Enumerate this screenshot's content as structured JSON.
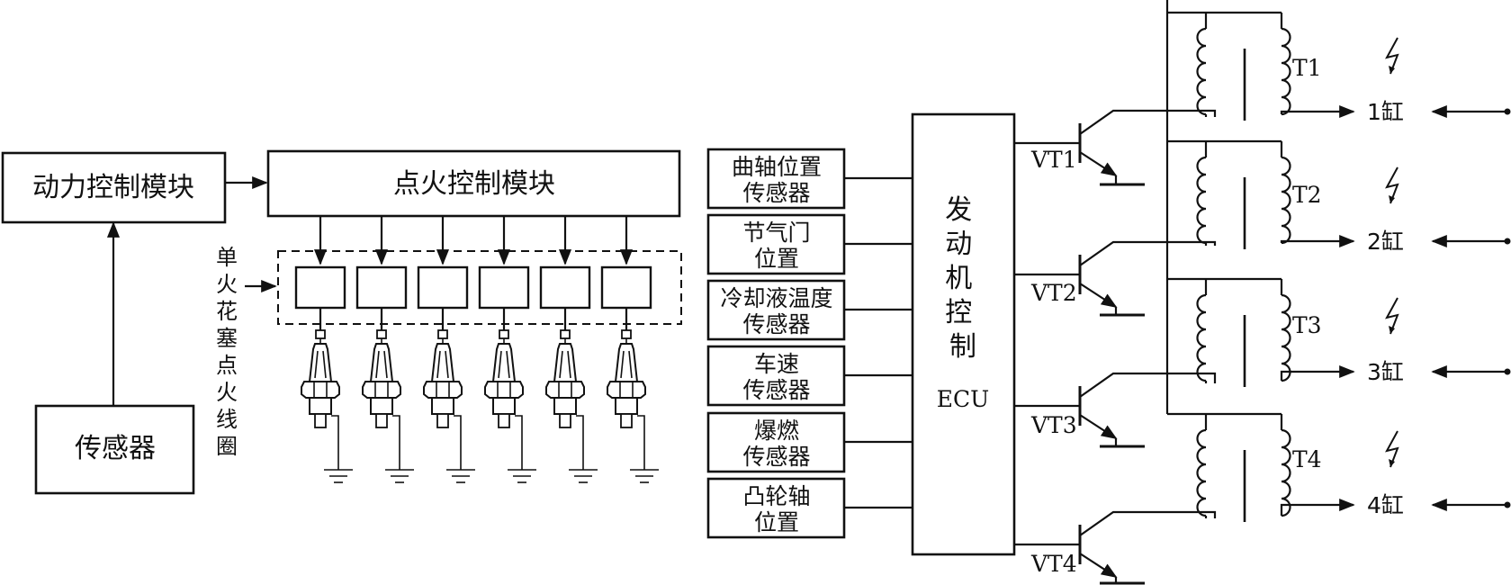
{
  "left": {
    "power_module": "动力控制模块",
    "ignition_module": "点火控制模块",
    "sensor": "传感器",
    "coil_label": "单火花塞点火线圈"
  },
  "sensors": [
    {
      "line1": "曲轴位置",
      "line2": "传感器"
    },
    {
      "line1": "节气门",
      "line2": "位置"
    },
    {
      "line1": "冷却液温度",
      "line2": "传感器"
    },
    {
      "line1": "车速",
      "line2": "传感器"
    },
    {
      "line1": "爆燃",
      "line2": "传感器"
    },
    {
      "line1": "凸轮轴",
      "line2": "位置"
    }
  ],
  "ecu": {
    "chars": [
      "发",
      "动",
      "机",
      "控",
      "制"
    ],
    "label": "ECU"
  },
  "transistors": [
    "VT1",
    "VT2",
    "VT3",
    "VT4"
  ],
  "transformers": [
    "T1",
    "T2",
    "T3",
    "T4"
  ],
  "cylinders": [
    "1缸",
    "2缸",
    "3缸",
    "4缸"
  ]
}
